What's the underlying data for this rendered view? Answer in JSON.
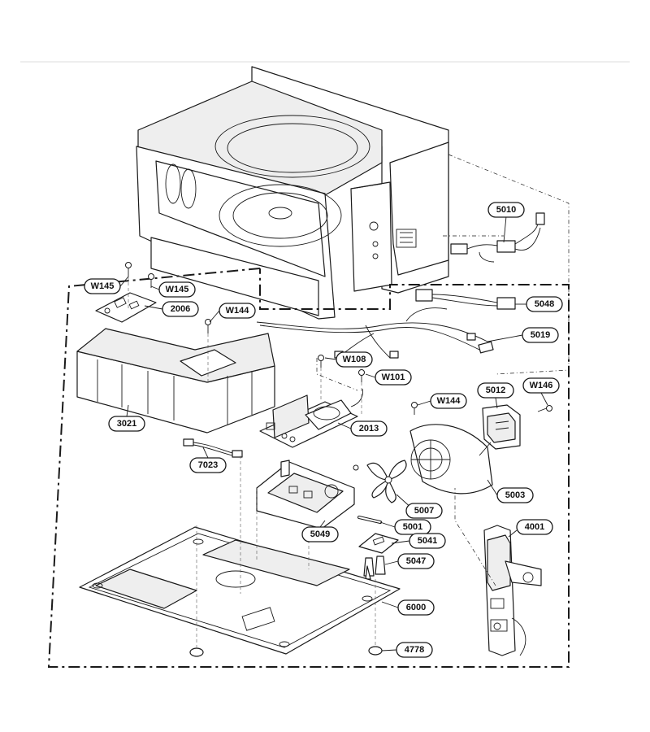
{
  "callouts": [
    {
      "id": "5010",
      "label": "5010"
    },
    {
      "id": "5048",
      "label": "5048"
    },
    {
      "id": "5019",
      "label": "5019"
    },
    {
      "id": "W145a",
      "label": "W145"
    },
    {
      "id": "W145b",
      "label": "W145"
    },
    {
      "id": "2006",
      "label": "2006"
    },
    {
      "id": "W144a",
      "label": "W144"
    },
    {
      "id": "W108",
      "label": "W108"
    },
    {
      "id": "W101",
      "label": "W101"
    },
    {
      "id": "W144b",
      "label": "W144"
    },
    {
      "id": "5012",
      "label": "5012"
    },
    {
      "id": "W146",
      "label": "W146"
    },
    {
      "id": "3021",
      "label": "3021"
    },
    {
      "id": "2013",
      "label": "2013"
    },
    {
      "id": "7023",
      "label": "7023"
    },
    {
      "id": "5003",
      "label": "5003"
    },
    {
      "id": "5007",
      "label": "5007"
    },
    {
      "id": "5001",
      "label": "5001"
    },
    {
      "id": "4001",
      "label": "4001"
    },
    {
      "id": "5049",
      "label": "5049"
    },
    {
      "id": "5041",
      "label": "5041"
    },
    {
      "id": "5047",
      "label": "5047"
    },
    {
      "id": "6000",
      "label": "6000"
    },
    {
      "id": "4778",
      "label": "4778"
    }
  ]
}
